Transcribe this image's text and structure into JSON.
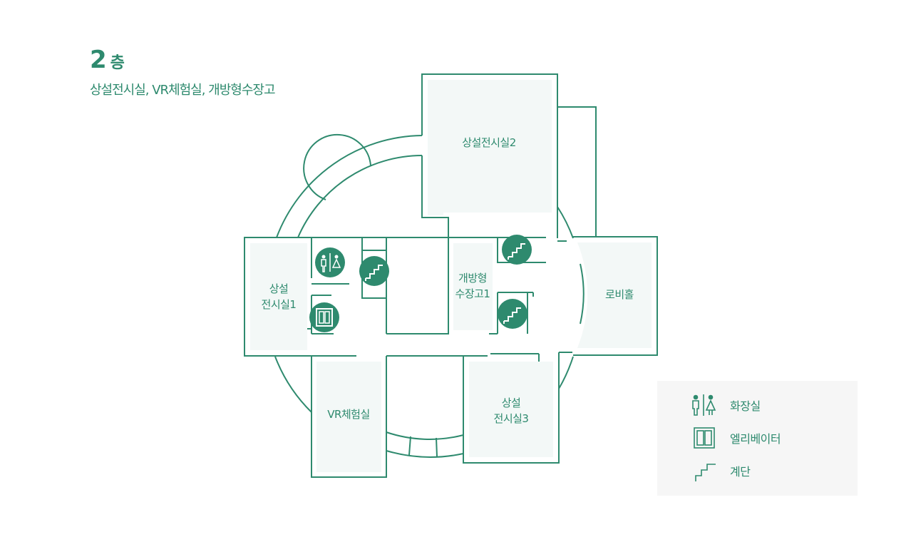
{
  "header": {
    "floor_number": "2",
    "floor_word": "층",
    "subtitle": "상설전시실, VR체험실, 개방형수장고"
  },
  "rooms": {
    "exhibit2": "상설전시실2",
    "exhibit1_line1": "상설",
    "exhibit1_line2": "전시실1",
    "storage_line1": "개방형",
    "storage_line2": "수장고1",
    "lobby": "로비홀",
    "vr": "VR체험실",
    "exhibit3_line1": "상설",
    "exhibit3_line2": "전시실3"
  },
  "legend": {
    "items": [
      {
        "icon": "restroom-icon",
        "label": "화장실"
      },
      {
        "icon": "elevator-icon",
        "label": "엘리베이터"
      },
      {
        "icon": "stairs-icon",
        "label": "계단"
      }
    ]
  },
  "colors": {
    "accent": "#2e8a6e",
    "room_fill": "#f3f8f7",
    "legend_bg": "#f6f6f6"
  }
}
